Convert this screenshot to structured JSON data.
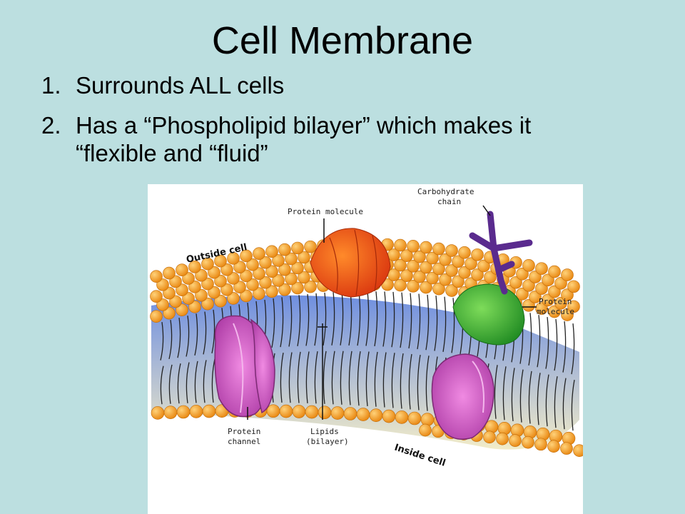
{
  "slide": {
    "title": "Cell Membrane",
    "bullets": [
      {
        "number": "1.",
        "text": "Surrounds ALL cells"
      },
      {
        "number": "2.",
        "text": "Has a “Phospholipid bilayer” which makes it “flexible and “fluid”"
      }
    ]
  },
  "diagram": {
    "labels": {
      "protein_molecule_top": "Protein molecule",
      "carbohydrate_line1": "Carbohydrate",
      "carbohydrate_line2": "chain",
      "outside_cell": "Outside cell",
      "protein_molecule_right_line1": "Protein",
      "protein_molecule_right_line2": "molecule",
      "protein_channel_line1": "Protein",
      "protein_channel_line2": "channel",
      "lipids_line1": "Lipids",
      "lipids_line2": "(bilayer)",
      "inside_cell": "Inside cell"
    },
    "colors": {
      "phosphate_heads": "#f5a021",
      "channel_protein": "#c25bb8",
      "top_protein": "#f05a1a",
      "green_protein": "#3aa63a",
      "carbohydrate": "#5a2b8e",
      "tail_gradient_top": "#6f8fe0",
      "tail_gradient_bottom": "#f2ecc8"
    }
  }
}
